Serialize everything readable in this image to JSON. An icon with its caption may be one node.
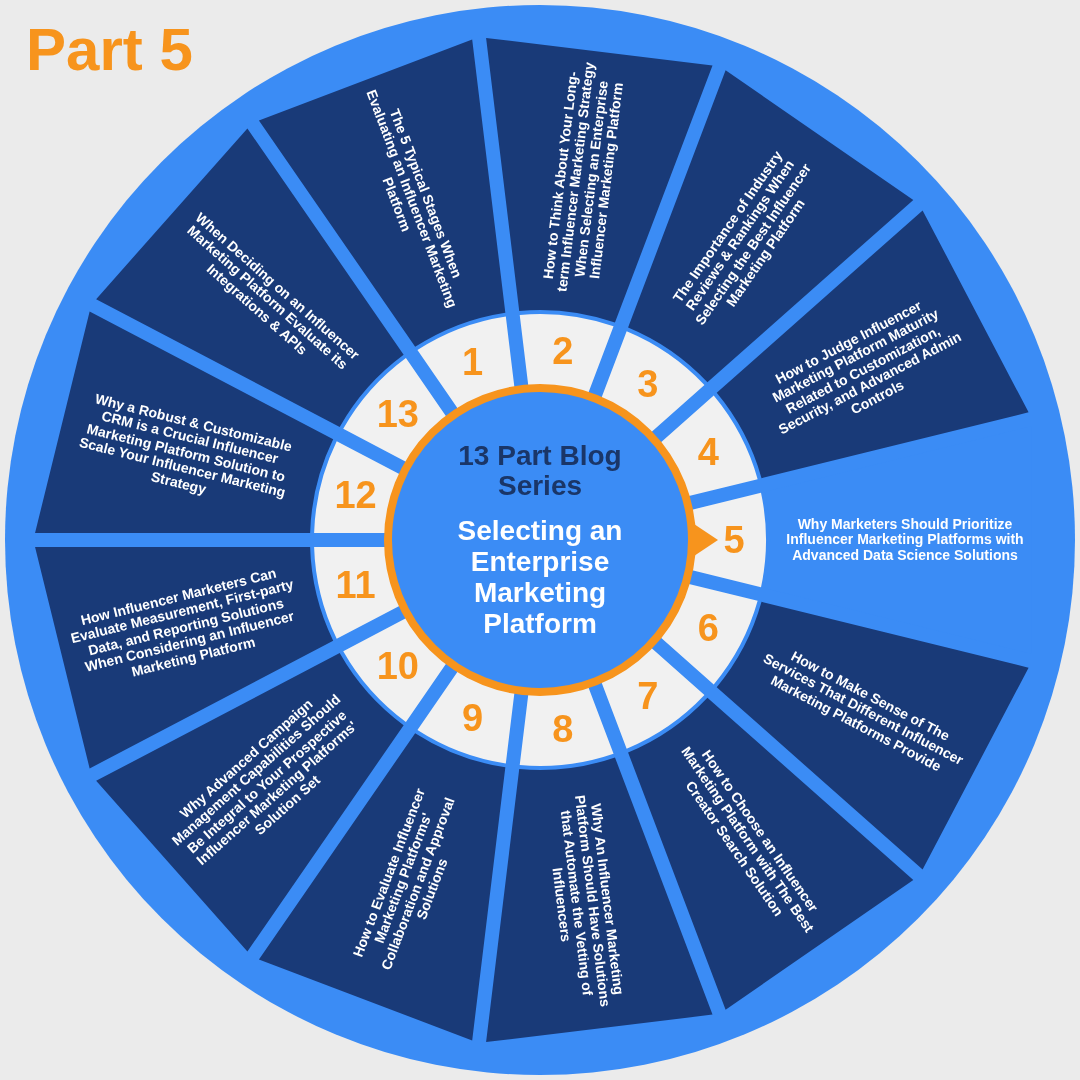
{
  "diagram": {
    "title": "Part 5",
    "nodes": [
      {
        "text": [
          "13 Part Blog Series",
          "Selecting an Enterprise Marketing Platform"
        ]
      },
      {
        "text": [
          "The 5 Typical Stages When Evaluating an Influencer Marketing Platform"
        ]
      },
      {
        "text": [
          "How to Think About Your Long-term Influencer Marketing Strategy When Selecting an Enterprise Influencer Marketing Platform"
        ]
      },
      {
        "text": [
          "The Importance of Industry Reviews & Rankings When Selecting the Best Influencer Marketing Platform"
        ]
      },
      {
        "text": [
          "How to Judge Influencer Marketing Platform Maturity Related to Customization, Security, and Advanced Admin Controls"
        ]
      },
      {
        "text": [
          "Why Marketers Should Prioritize Influencer Marketing Platforms with Advanced Data Science Solutions"
        ]
      },
      {
        "text": [
          "How to Make Sense of The Services That Different Influencer Marketing Platforms Provide"
        ]
      },
      {
        "text": [
          "How to Choose an Influencer Marketing Platform with The Best Creator Search Solution"
        ]
      },
      {
        "text": [
          "Why An Influencer Marketing Platform Should Have Solutions that Automate the Vetting of Influencers"
        ]
      },
      {
        "text": [
          "How to Evaluate Influencer Marketing Platforms' Collaboration and Approval Solutions"
        ]
      },
      {
        "text": [
          "Why Advanced Campaign Management Capabilities Should Be Integral to Your Prospective Influencer Marketing Platforms' Solution Set"
        ]
      },
      {
        "text": [
          "How Influencer Marketers Can Evaluate Measurement, First-party Data, and Reporting Solutions When Considering an Influencer Marketing Platform"
        ]
      },
      {
        "text": [
          "Why a Robust & Customizable CRM is a Crucial Influencer Marketing Platform Solution to Scale Your Influencer Marketing Strategy"
        ]
      },
      {
        "text": [
          "When Deciding on an Influencer Marketing Platform Evaluate its Integrations & APIs"
        ]
      }
    ],
    "labels": [
      "1",
      "2",
      "3",
      "4",
      "5",
      "6",
      "7",
      "8",
      "9",
      "10",
      "11",
      "12",
      "13"
    ]
  }
}
